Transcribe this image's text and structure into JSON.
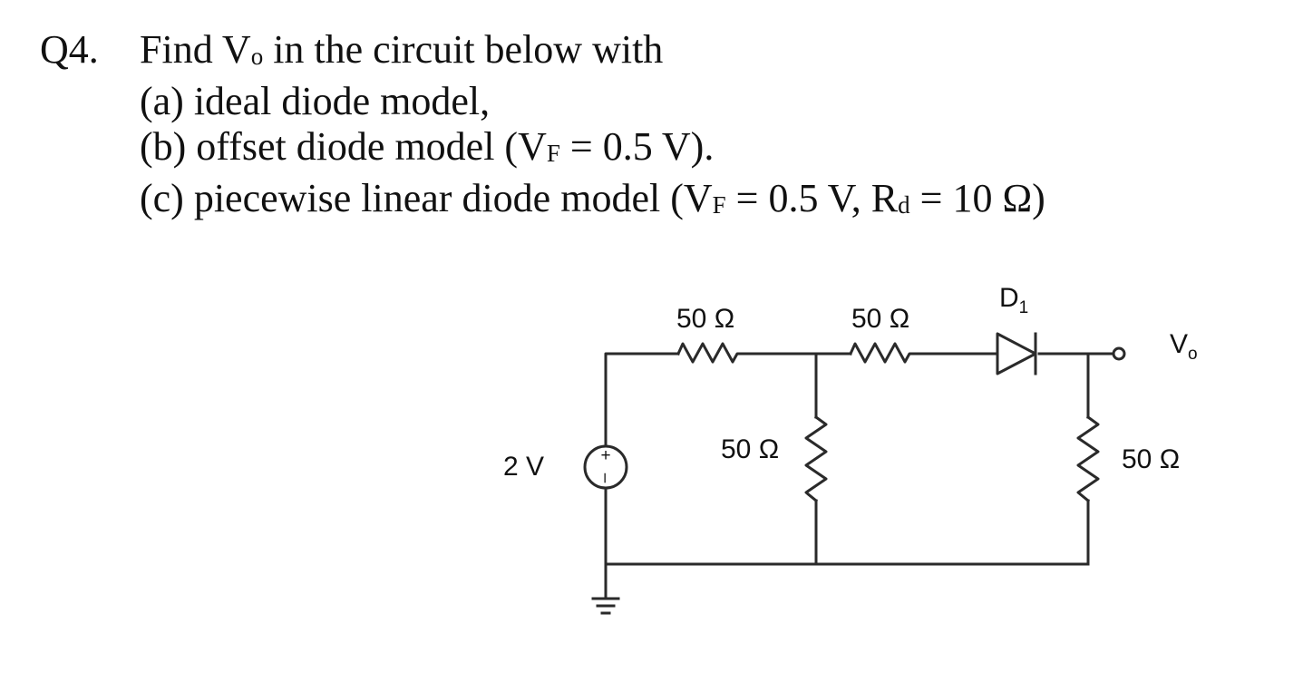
{
  "question": {
    "number": "Q4.",
    "line1": "Find V",
    "line1_sub": "o",
    "line1_rest": " in the circuit below with",
    "part_a": "(a) ideal diode model,",
    "part_b_pre": "(b) offset diode model (V",
    "part_b_sub": "F",
    "part_b_post": " = 0.5 V).",
    "part_c_pre": "(c) piecewise linear diode model (V",
    "part_c_sub1": "F",
    "part_c_mid": " = 0.5 V, R",
    "part_c_sub2": "d",
    "part_c_post": " = 10 Ω)"
  },
  "circuit": {
    "source_label": "2 V",
    "source_plus": "+",
    "source_minus": "–",
    "r1_label": "50 Ω",
    "r2_label": "50 Ω",
    "r3_label": "50 Ω",
    "r4_label": "50 Ω",
    "diode_label": "D",
    "diode_sub": "1",
    "output_label": "V",
    "output_sub": "o"
  }
}
